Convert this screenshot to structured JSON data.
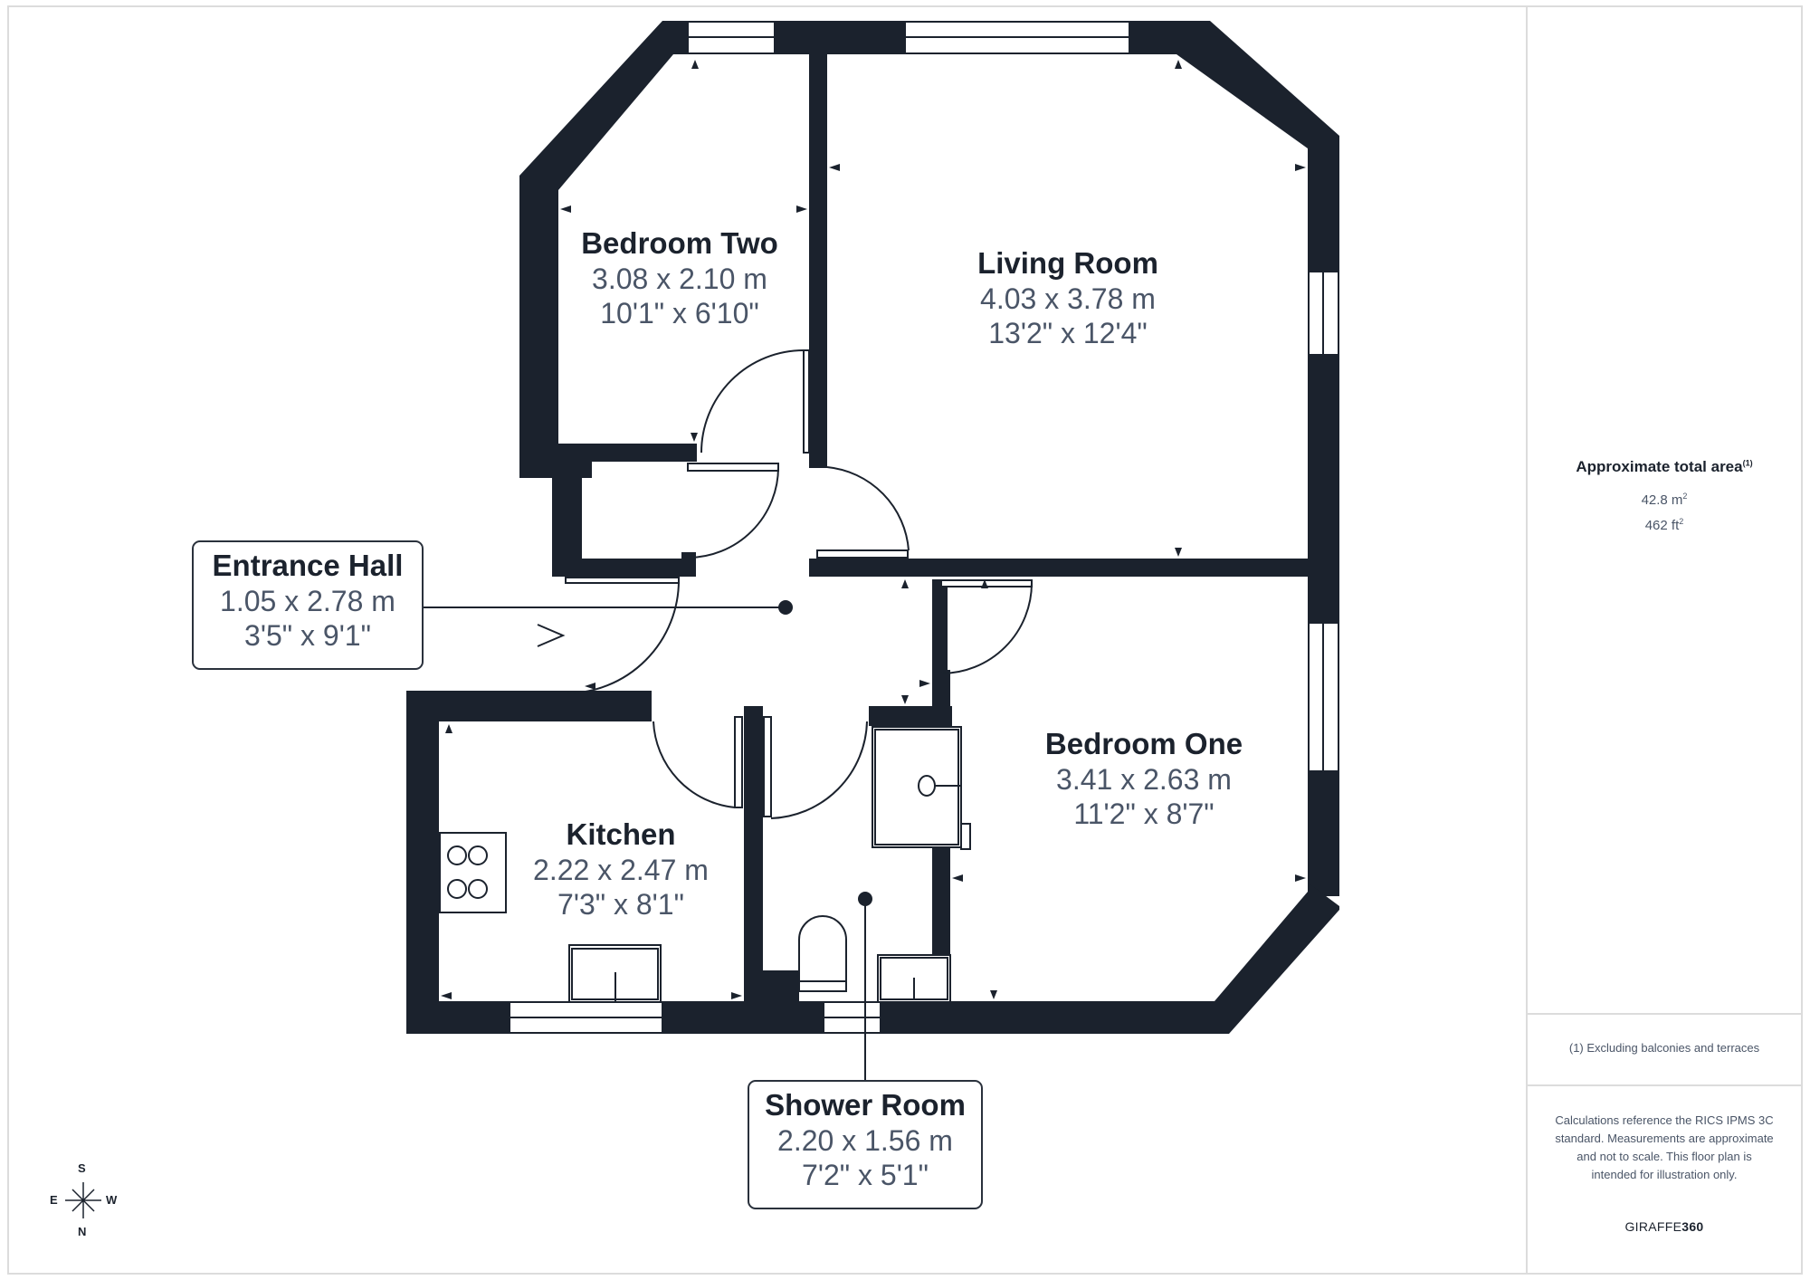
{
  "rooms": {
    "bedroom_two": {
      "name": "Bedroom Two",
      "metric": "3.08 x 2.10 m",
      "imperial": "10'1\" x 6'10\""
    },
    "living_room": {
      "name": "Living Room",
      "metric": "4.03 x 3.78 m",
      "imperial": "13'2\" x 12'4\""
    },
    "entrance_hall": {
      "name": "Entrance Hall",
      "metric": "1.05 x 2.78 m",
      "imperial": "3'5\" x 9'1\""
    },
    "bedroom_one": {
      "name": "Bedroom One",
      "metric": "3.41 x 2.63 m",
      "imperial": "11'2\" x 8'7\""
    },
    "kitchen": {
      "name": "Kitchen",
      "metric": "2.22 x 2.47 m",
      "imperial": "7'3\" x 8'1\""
    },
    "shower_room": {
      "name": "Shower Room",
      "metric": "2.20 x 1.56 m",
      "imperial": "7'2\" x 5'1\""
    }
  },
  "compass": {
    "top": "S",
    "bottom": "N",
    "left": "E",
    "right": "W"
  },
  "sidebar": {
    "area_title": "Approximate total area",
    "area_title_note": "(1)",
    "area_m2": "42.8 m",
    "area_m2_unit_sup": "2",
    "area_ft2": "462 ft",
    "area_ft2_unit_sup": "2",
    "footnote": "(1) Excluding balconies and terraces",
    "disclaimer": "Calculations reference the RICS IPMS 3C standard. Measurements are approximate and not to scale. This floor plan is intended for illustration only.",
    "brand_light": "GIRAFFE",
    "brand_bold": "360"
  },
  "colors": {
    "wall": "#1b222d",
    "text_dark": "#1b222d",
    "text_dim": "#4a5567",
    "border": "#dcdcdc"
  }
}
